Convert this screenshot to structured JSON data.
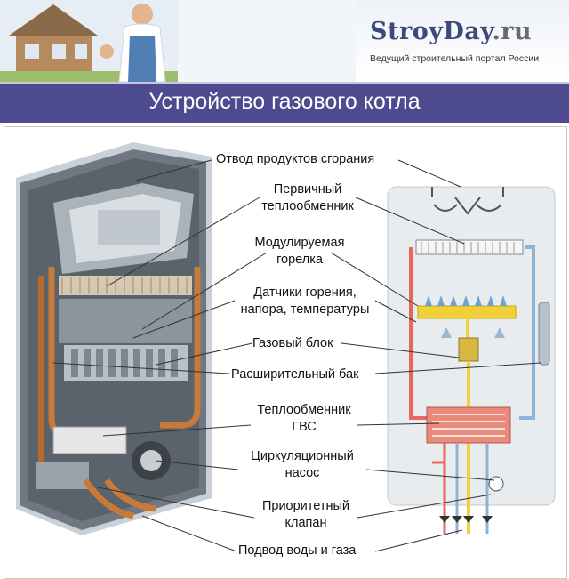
{
  "header": {
    "brand_main": "StroyDay",
    "brand_tld": ".ru",
    "tagline": "Ведущий строительный портал России"
  },
  "title": "Устройство газового котла",
  "labels": {
    "exhaust": "Отвод продуктов сгорания",
    "primary_hx_1": "Первичный",
    "primary_hx_2": "теплообменник",
    "burner_1": "Модулируемая",
    "burner_2": "горелка",
    "sensors_1": "Датчики горения,",
    "sensors_2": "напора, температуры",
    "gas_block": "Газовый блок",
    "expansion_tank": "Расширительный бак",
    "dhw_hx_1": "Теплообменник",
    "dhw_hx_2": "ГВС",
    "pump_1": "Циркуляционный",
    "pump_2": "насос",
    "priority_valve_1": "Приоритетный",
    "priority_valve_2": "клапан",
    "water_gas_inlet": "Подвод воды и газа"
  },
  "colors": {
    "title_bar": "#4d4a8f",
    "brand": "#3b4a7a",
    "hot_pipe": "#e8665d",
    "cold_pipe": "#8fb3d8",
    "gas_pipe": "#f0d13a",
    "copper": "#c77a3a"
  }
}
